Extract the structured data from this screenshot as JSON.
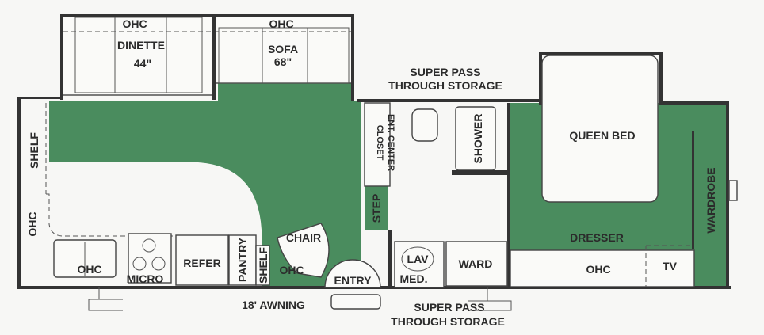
{
  "colors": {
    "floor_green": "#4a8c5e",
    "wall": "#333333",
    "background": "#f7f7f5"
  },
  "slideout_left": {
    "ohc1": "OHC",
    "dinette": "DINETTE",
    "dinette_size": "44\"",
    "ohc2": "OHC",
    "sofa": "SOFA",
    "sofa_size": "68\""
  },
  "living": {
    "shelf": "SHELF",
    "ohc_side": "OHC",
    "ohc_sink": "OHC",
    "micro": "MICRO",
    "refer": "REFER",
    "pantry": "PANTRY",
    "shelf2": "SHELF",
    "chair": "CHAIR",
    "ohc_chair": "OHC",
    "entry": "ENTRY",
    "awning": "18' AWNING"
  },
  "storage_top": {
    "line1": "SUPER PASS",
    "line2": "THROUGH STORAGE"
  },
  "storage_bottom": {
    "line1": "SUPER PASS",
    "line2": "THROUGH STORAGE"
  },
  "bath": {
    "closet1": "ENT. CENTER",
    "closet2": "CLOSET",
    "shower": "SHOWER",
    "step": "STEP",
    "lav": "LAV",
    "med": "MED.",
    "ward": "WARD"
  },
  "bedroom": {
    "bed": "QUEEN BED",
    "dresser": "DRESSER",
    "wardrobe": "WARDROBE",
    "ohc": "OHC",
    "tv": "TV"
  }
}
